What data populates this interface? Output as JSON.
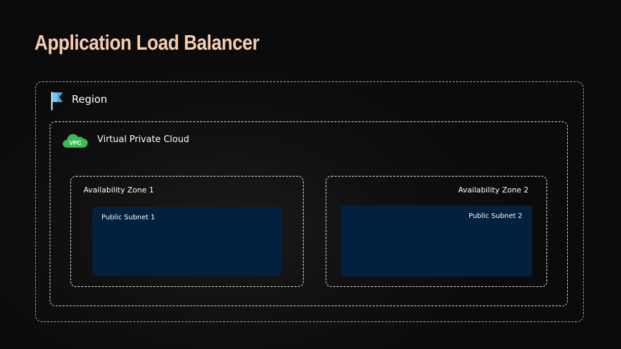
{
  "title": "Application Load Balancer",
  "region": {
    "label": "Region",
    "icon": "flag-icon",
    "border_color": "#93a6e8"
  },
  "vpc": {
    "label": "Virtual Private Cloud",
    "icon": "vpc-cloud-icon",
    "icon_text": "VPC",
    "border_color": "#d6e6a4",
    "icon_color": "#3dbb54"
  },
  "availability_zones": [
    {
      "label": "Availability Zone 1",
      "subnet": {
        "label": "Public Subnet 1"
      }
    },
    {
      "label": "Availability Zone 2",
      "subnet": {
        "label": "Public Subnet 2"
      }
    }
  ],
  "colors": {
    "title": "#f7cdb0",
    "subnet_fill": "#04203f",
    "background": "#0d0d0e"
  }
}
